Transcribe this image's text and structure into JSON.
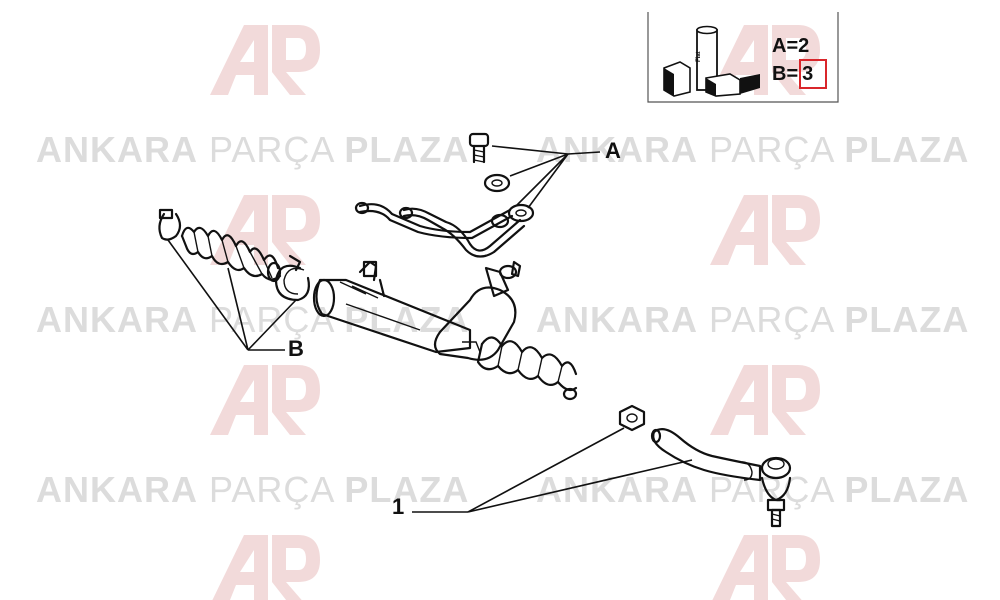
{
  "watermark": {
    "brand_bold_1": "ANKARA",
    "brand_light": "PARÇA",
    "brand_bold_2": "PLAZA",
    "logo_icon": "ap-logo-icon"
  },
  "legend": {
    "line_a": "A=2",
    "line_b_prefix": "B=",
    "line_b_value": "3",
    "highlight_color": "#d9262b",
    "icon": "parts-boxes-icon",
    "box_label": "Fiat"
  },
  "callouts": {
    "a": "A",
    "b": "B",
    "one": "1"
  }
}
